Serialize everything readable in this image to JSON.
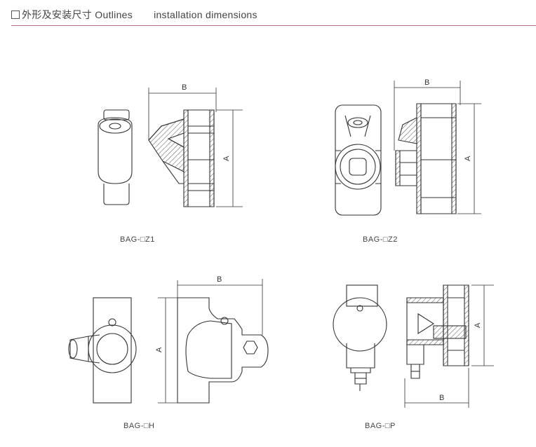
{
  "header": {
    "title_cn": "外形及安装尺寸 Outlines",
    "title_en": "installation dimensions"
  },
  "colors": {
    "rule": "#b46a9c",
    "line": "#333333",
    "hatch": "#666666"
  },
  "figures": [
    {
      "caption": "BAG-□Z1",
      "dim_a": "A",
      "dim_b": "B"
    },
    {
      "caption": "BAG-□Z2",
      "dim_a": "A",
      "dim_b": "B"
    },
    {
      "caption": "BAG-□H",
      "dim_a": "A",
      "dim_b": "B"
    },
    {
      "caption": "BAG-□P",
      "dim_a": "A",
      "dim_b": "B"
    }
  ]
}
